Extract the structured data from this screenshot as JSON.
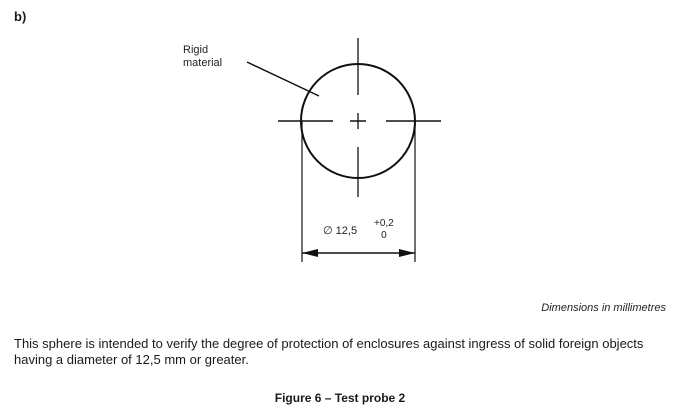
{
  "figure": {
    "sub_label": "b)",
    "callout_line1": "Rigid",
    "callout_line2": "material",
    "dimension_symbol": "∅",
    "dimension_value": "12,5",
    "tolerance_upper": "+0,2",
    "tolerance_lower": "0",
    "units_note": "Dimensions in millimetres"
  },
  "description": "This sphere is intended to verify the degree of protection of enclosures against ingress of solid foreign objects having a diameter of 12,5 mm or greater.",
  "caption": "Figure 6 – Test probe 2"
}
